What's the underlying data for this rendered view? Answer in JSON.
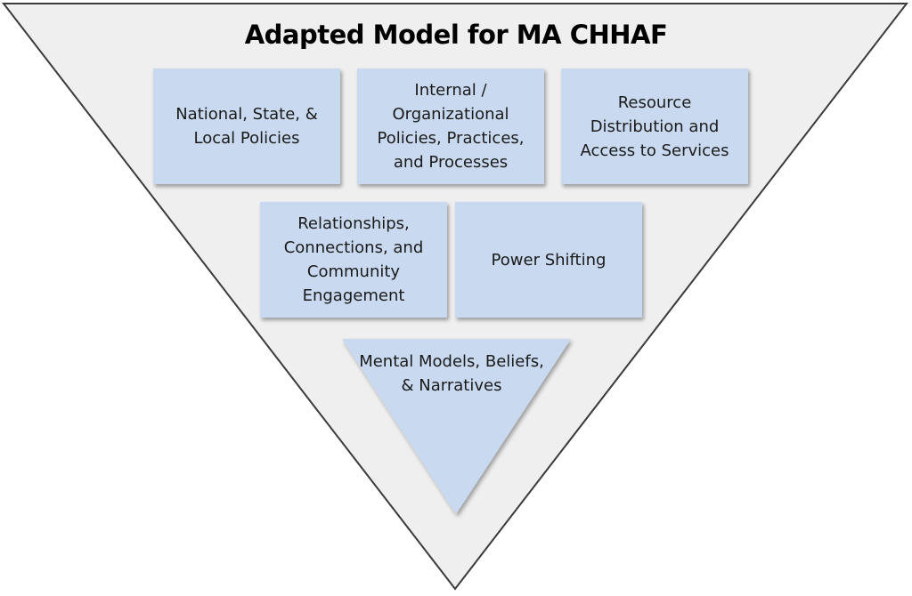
{
  "title": "Adapted Model for MA CHHAF",
  "colors": {
    "outer_fill": "#efefef",
    "outer_stroke": "#3a3a3a",
    "box_fill": "#c9daf0",
    "text": "#1a1a1a"
  },
  "boxes": [
    {
      "text": "National, State, & Local Policies"
    },
    {
      "text": "Internal / Organizational Policies, Practices, and Processes"
    },
    {
      "text": "Resource Distribution and Access to Services"
    },
    {
      "text": "Relationships, Connections, and Community Engagement"
    },
    {
      "text": "Power Shifting"
    }
  ],
  "inner_triangle": {
    "text": "Mental Models, Beliefs, & Narratives"
  }
}
